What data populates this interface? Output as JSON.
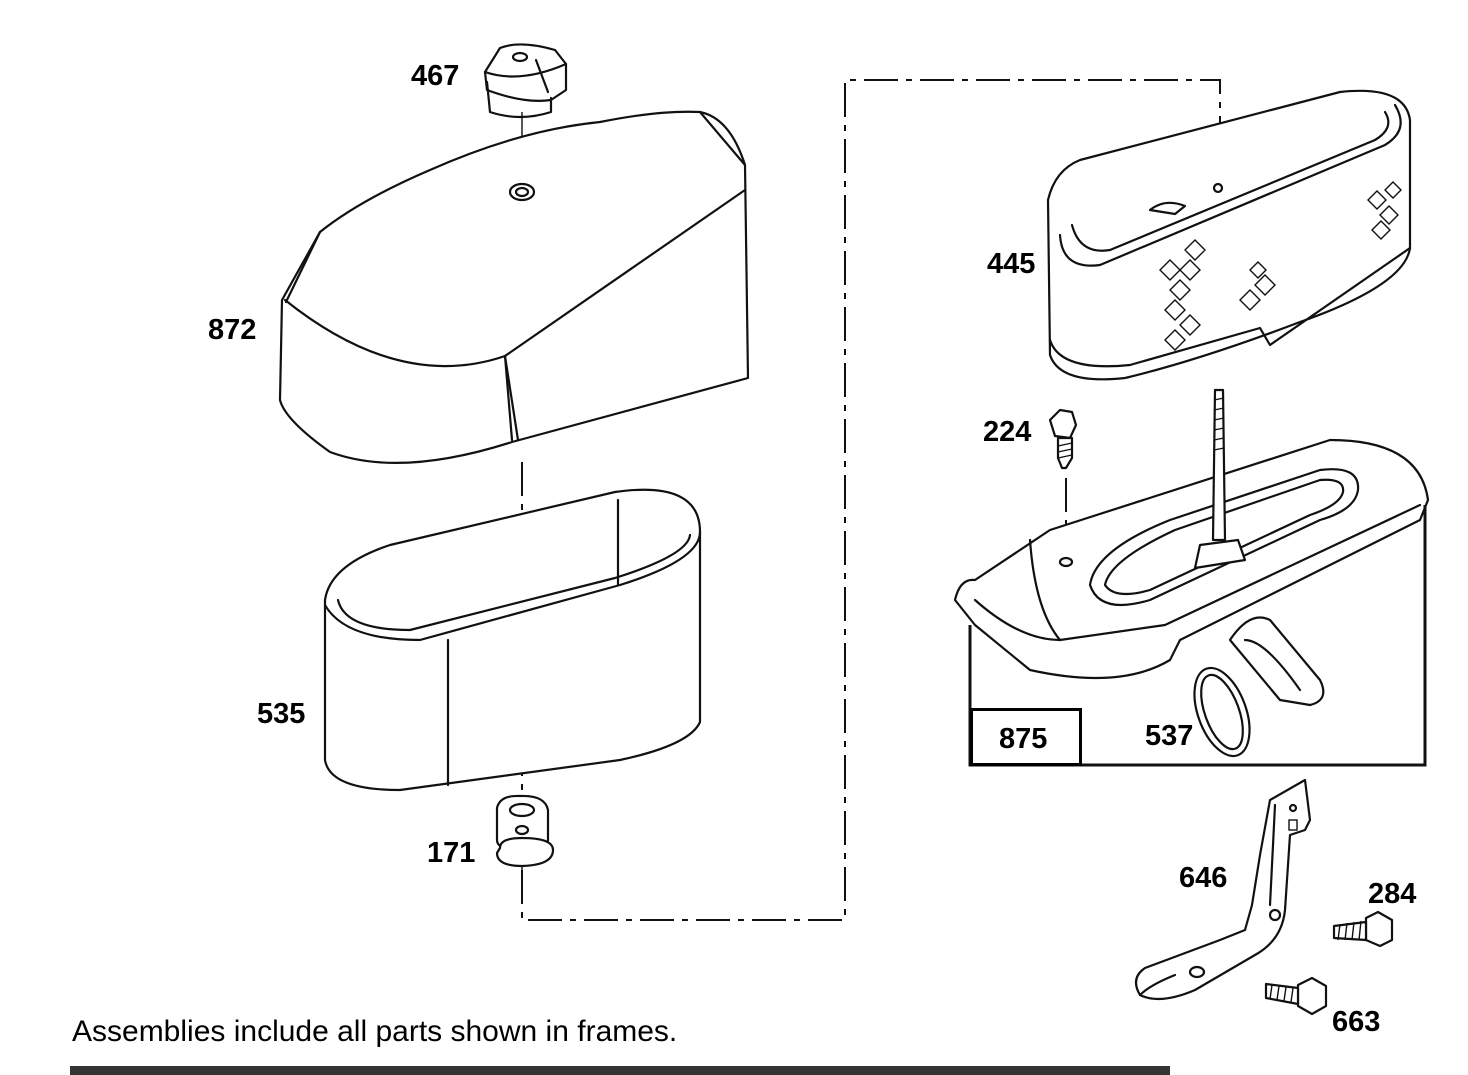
{
  "parts": {
    "p467": "467",
    "p872": "872",
    "p535": "535",
    "p171": "171",
    "p445": "445",
    "p224": "224",
    "p875": "875",
    "p537": "537",
    "p646": "646",
    "p284": "284",
    "p663": "663"
  },
  "note": "Assemblies include all parts shown in frames."
}
